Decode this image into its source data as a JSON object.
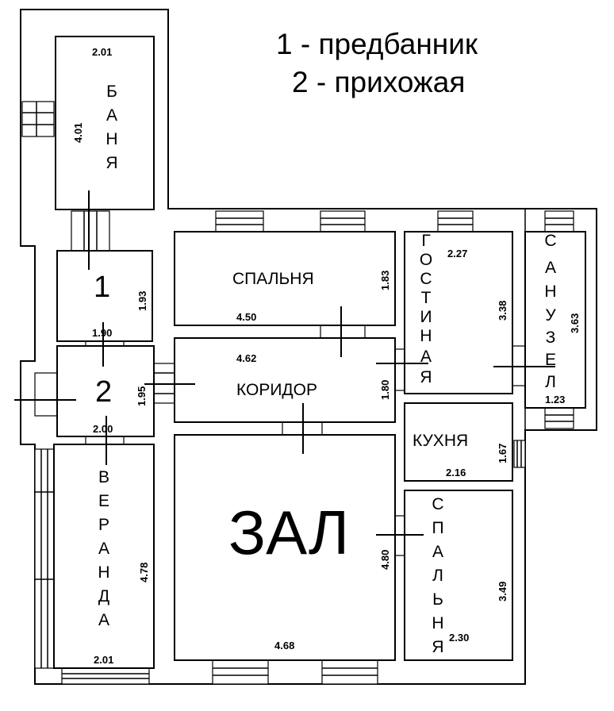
{
  "legend": {
    "line1": "1 - предбанник",
    "line2": "2 - прихожая"
  },
  "rooms": {
    "banya": {
      "letters": [
        "Б",
        "А",
        "Н",
        "Я"
      ],
      "width": "2.01",
      "height": "4.01"
    },
    "predbannik": {
      "label": "1",
      "height": "1.93",
      "width": "1.90"
    },
    "prikhozhaya": {
      "label": "2",
      "height": "1.95",
      "width": "2.00"
    },
    "veranda": {
      "letters": [
        "В",
        "Е",
        "Р",
        "А",
        "Н",
        "Д",
        "А"
      ],
      "height": "4.78",
      "width": "2.01"
    },
    "spalnya_top": {
      "label": "СПАЛЬНЯ",
      "height": "1.83",
      "width": "4.50"
    },
    "koridor": {
      "label": "КОРИДОР",
      "width": "4.62",
      "height": "1.80"
    },
    "zal": {
      "label": "ЗАЛ",
      "height": "4.80",
      "width": "4.68"
    },
    "gostinaya": {
      "letters": [
        "Г",
        "О",
        "С",
        "Т",
        "И",
        "Н",
        "А",
        "Я"
      ],
      "width": "2.27",
      "height": "3.38"
    },
    "sanuzel": {
      "letters": [
        "С",
        "А",
        "Н",
        "У",
        "З",
        "Е",
        "Л"
      ],
      "height": "3.63",
      "width": "1.23"
    },
    "kukhnya": {
      "label": "КУХНЯ",
      "height": "1.67",
      "width": "2.16"
    },
    "spalnya_right": {
      "letters": [
        "С",
        "П",
        "А",
        "Л",
        "Ь",
        "Н",
        "Я"
      ],
      "height": "3.49",
      "width": "2.30"
    }
  }
}
